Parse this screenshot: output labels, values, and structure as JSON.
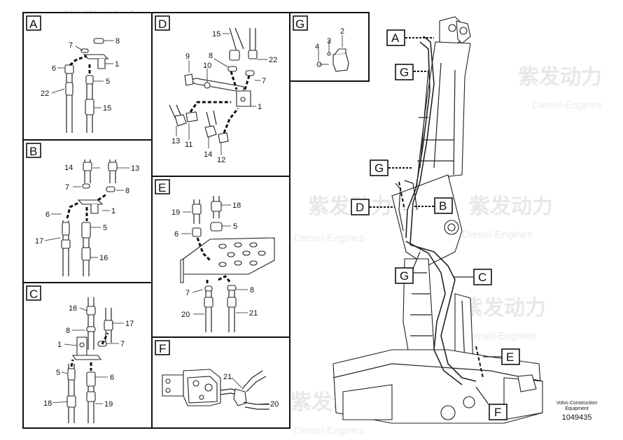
{
  "panels": {
    "A": {
      "label": "A",
      "callouts": [
        "8",
        "7",
        "1",
        "6",
        "5",
        "22",
        "15"
      ]
    },
    "B": {
      "label": "B",
      "callouts": [
        "14",
        "13",
        "7",
        "8",
        "6",
        "1",
        "5",
        "17",
        "16"
      ]
    },
    "C": {
      "label": "C",
      "callouts": [
        "16",
        "17",
        "8",
        "7",
        "1",
        "5",
        "6",
        "18",
        "19"
      ]
    },
    "D": {
      "label": "D",
      "callouts": [
        "15",
        "22",
        "9",
        "8",
        "10",
        "7",
        "1",
        "13",
        "11",
        "14",
        "12"
      ]
    },
    "E": {
      "label": "E",
      "callouts": [
        "19",
        "18",
        "6",
        "5",
        "7",
        "8",
        "20",
        "21"
      ]
    },
    "F": {
      "label": "F",
      "callouts": [
        "21",
        "20"
      ]
    },
    "G": {
      "label": "G",
      "callouts": [
        "2",
        "3",
        "4"
      ]
    }
  },
  "overview_callouts": [
    "A",
    "G",
    "G",
    "D",
    "B",
    "G",
    "C",
    "E",
    "F"
  ],
  "watermark": {
    "brand": "紫发动力",
    "sub": "Diesel-Engines"
  },
  "footer": {
    "line1": "Volvo Construction",
    "line2": "Equipment",
    "drawing_no": "1049435"
  }
}
